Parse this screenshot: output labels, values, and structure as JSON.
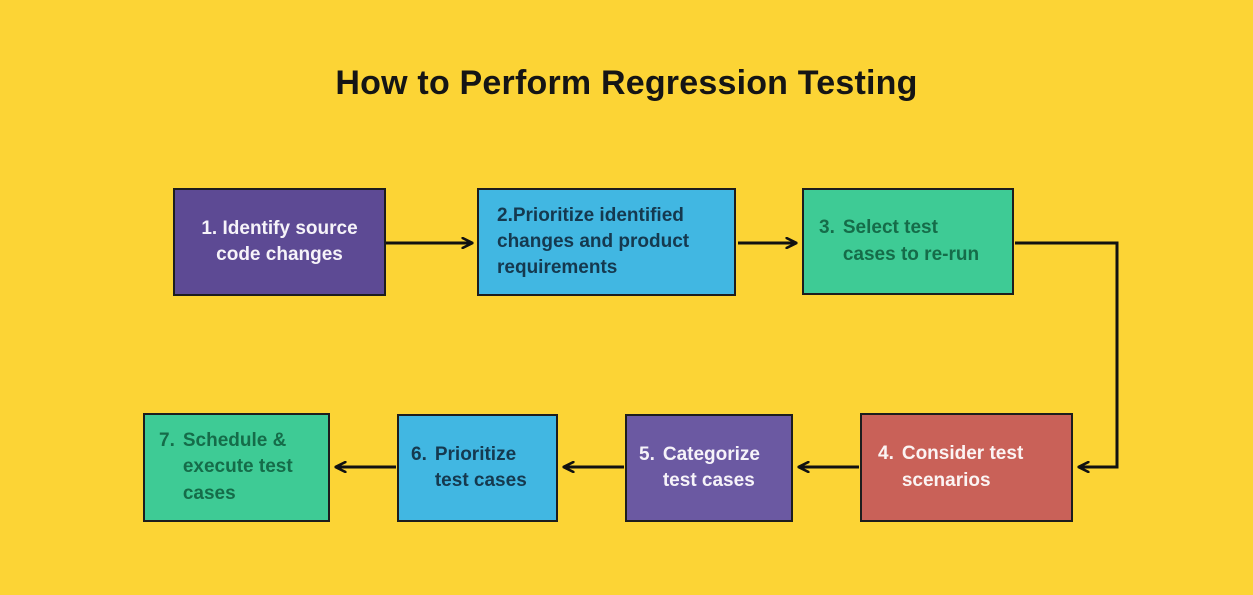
{
  "title": "How to Perform Regression Testing",
  "background_color": "#FCD435",
  "title_color": "#151515",
  "arrow_color": "#111111",
  "box_border_color": "#1D1D1D",
  "steps": [
    {
      "number": "1.",
      "text": "Identify source code changes",
      "fill": "#5D4A94",
      "text_color": "#F6F3F9"
    },
    {
      "number": "2.",
      "text": "Prioritize identified changes and product requirements",
      "fill": "#41B7E2",
      "text_color": "#15394F"
    },
    {
      "number": "3.",
      "text": "Select test cases to re-run",
      "fill": "#3ECB95",
      "text_color": "#156C49"
    },
    {
      "number": "4.",
      "text": "Consider test scenarios",
      "fill": "#C96158",
      "text_color": "#FBF4F3"
    },
    {
      "number": "5.",
      "text": "Categorize test cases",
      "fill": "#6B59A2",
      "text_color": "#F6F3F9"
    },
    {
      "number": "6.",
      "text": "Prioritize test cases",
      "fill": "#41B7E2",
      "text_color": "#15394F"
    },
    {
      "number": "7.",
      "text": "Schedule & execute test cases",
      "fill": "#3ECB95",
      "text_color": "#156C49"
    }
  ],
  "connectors": [
    {
      "from": "1",
      "to": "2",
      "shape": "straight"
    },
    {
      "from": "2",
      "to": "3",
      "shape": "straight"
    },
    {
      "from": "3",
      "to": "4",
      "shape": "elbow"
    },
    {
      "from": "4",
      "to": "5",
      "shape": "straight"
    },
    {
      "from": "5",
      "to": "6",
      "shape": "straight"
    },
    {
      "from": "6",
      "to": "7",
      "shape": "straight"
    }
  ]
}
